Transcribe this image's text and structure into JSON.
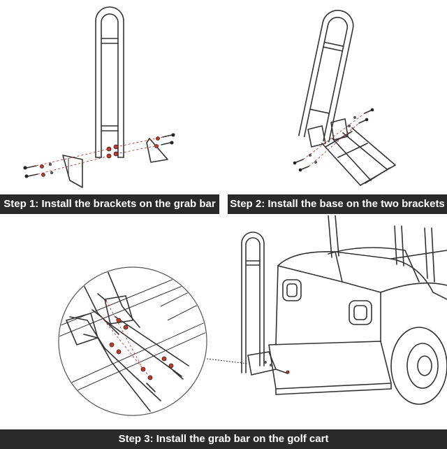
{
  "steps": [
    {
      "caption": "Step 1: Install the brackets on the grab bar"
    },
    {
      "caption": "Step 2: Install the base on the two brackets"
    },
    {
      "caption": "Step 3: Install the grab bar on the golf cart"
    }
  ],
  "colors": {
    "caption_bg": "#2a2a2a",
    "caption_text": "#ffffff",
    "hardware_accent": "#c0392b",
    "line_art": "#333333"
  }
}
